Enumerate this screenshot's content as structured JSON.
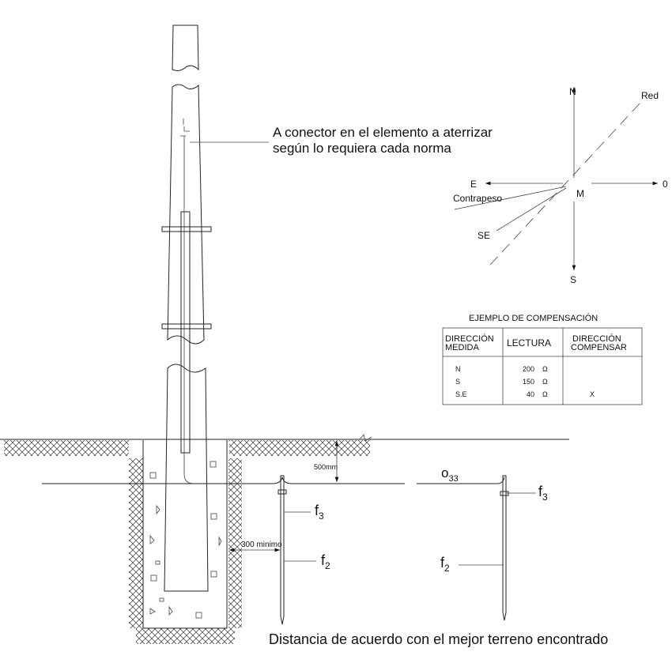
{
  "annotations": {
    "connector_line1": "A conector en el elemento a aterrizar",
    "connector_line2": "según lo requiera cada norma",
    "depth": "500mm",
    "min_distance": "300 minimo",
    "wire_label_main": "o",
    "wire_label_sub": "33",
    "f3_left_main": "f",
    "f3_left_sub": "3",
    "f2_left_main": "f",
    "f2_left_sub": "2",
    "f3_right_main": "f",
    "f3_right_sub": "3",
    "f2_right_main": "f",
    "f2_right_sub": "2",
    "bottom_caption": "Distancia de acuerdo con el mejor terreno encontrado"
  },
  "compass": {
    "north": "N",
    "south": "S",
    "east": "E",
    "zero": "0",
    "center": "M",
    "red": "Red",
    "counterweight": "Contrapeso",
    "southeast": "SE"
  },
  "table": {
    "title": "EJEMPLO DE COMPENSACIÓN",
    "headers": {
      "col1_l1": "DIRECCIÓN",
      "col1_l2": "MEDIDA",
      "col2": "LECTURA",
      "col3_l1": "DIRECCIÓN",
      "col3_l2": "COMPENSAR"
    },
    "rows": [
      {
        "direction": "N",
        "reading": "200",
        "unit": "Ω",
        "compensate": ""
      },
      {
        "direction": "S",
        "reading": "150",
        "unit": "Ω",
        "compensate": ""
      },
      {
        "direction": "S.E",
        "reading": "40",
        "unit": "Ω",
        "compensate": "X"
      }
    ]
  }
}
